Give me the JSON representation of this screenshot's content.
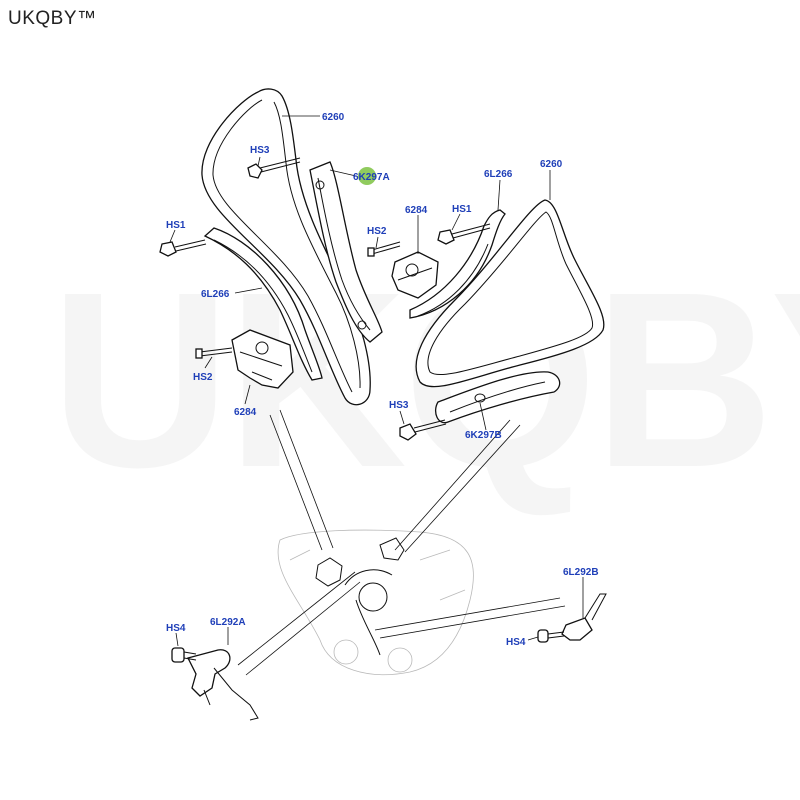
{
  "brand": "UKQBY™",
  "watermark": "UKQBY™",
  "highlight_color": "#7cc242",
  "label_color": "#1f3fb8",
  "callouts": {
    "chain_left": "6260",
    "chain_right": "6260",
    "guide_a": "6K297A",
    "guide_b": "6K297B",
    "tensioner_top": "6284",
    "tensioner_left": "6284",
    "arm_left": "6L266",
    "arm_right": "6L266",
    "cover_a": "6L292A",
    "cover_b": "6L292B",
    "hs1_left": "HS1",
    "hs1_right": "HS1",
    "hs2_top": "HS2",
    "hs2_left": "HS2",
    "hs3_top": "HS3",
    "hs3_bottom": "HS3",
    "hs4_left": "HS4",
    "hs4_right": "HS4"
  }
}
